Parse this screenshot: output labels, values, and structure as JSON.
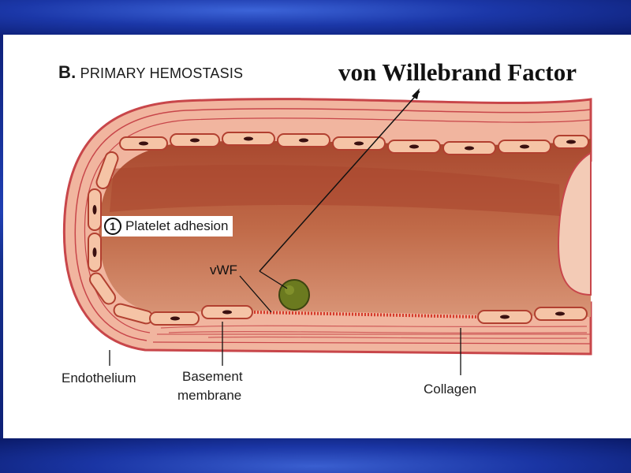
{
  "slide": {
    "section_letter": "B.",
    "section_title": "PRIMARY HEMOSTASIS",
    "main_title": "von Willebrand Factor"
  },
  "diagram": {
    "step_number": "1",
    "step_label": "Platelet adhesion",
    "vwf_label": "vWF",
    "labels": {
      "endothelium": "Endothelium",
      "basement_line1": "Basement",
      "basement_line2": "membrane",
      "collagen": "Collagen"
    }
  },
  "colors": {
    "vessel_outer": "#c8464a",
    "vessel_wall": "#f1b59f",
    "lumen": "#b8583c",
    "endothelial_cell": "#f5c4a6",
    "platelet": "#6b7a1f",
    "background_blue": "#1f3fb3"
  }
}
